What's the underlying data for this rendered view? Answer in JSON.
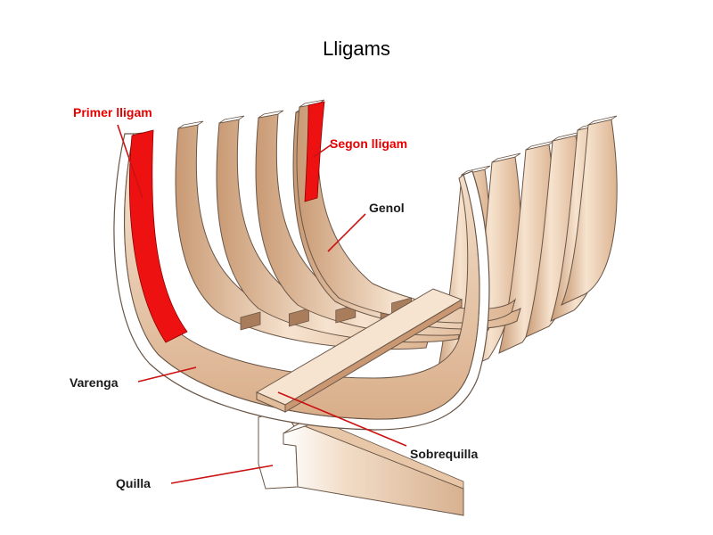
{
  "title": "Lligams",
  "labels": {
    "primer_lligam": "Primer lligam",
    "segon_lligam": "Segon lligam",
    "genol": "Genol",
    "varenga": "Varenga",
    "quilla": "Quilla",
    "sobrequilla": "Sobrequilla"
  },
  "colors": {
    "highlight": "#ee1111",
    "leader_line": "#cc1111",
    "wood_light": "#f4ddc6",
    "wood_mid": "#dcb390",
    "wood_dark": "#b98a66",
    "edge": "#6a5647",
    "label_red": "#e60000",
    "label_dark": "#1a1a1a"
  }
}
